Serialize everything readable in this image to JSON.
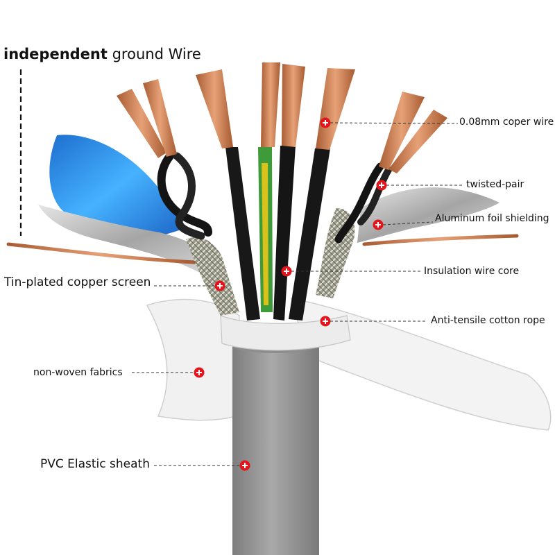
{
  "title": {
    "bold": "independent",
    "rest": " ground Wire"
  },
  "callouts": {
    "copper_wire": "0.08mm coper wire",
    "twisted_pair": "twisted-pair",
    "aluminum_foil": "Aluminum foil shielding",
    "insulation_core": "Insulation wire core",
    "anti_tensile": "Anti-tensile cotton rope",
    "tin_plated": "Tin-plated copper screen",
    "non_woven": "non-woven fabrics",
    "pvc_sheath": "PVC Elastic sheath"
  },
  "colors": {
    "marker": "#e3141b",
    "copper": "#c8794c",
    "sheath": "#9a9a9a",
    "core_black": "#161616",
    "foil_blue": "#2b8fe0",
    "foil_silver": "#c9c9c9",
    "ground_green": "#3f9a3a",
    "ground_yellow": "#d9c21b"
  }
}
